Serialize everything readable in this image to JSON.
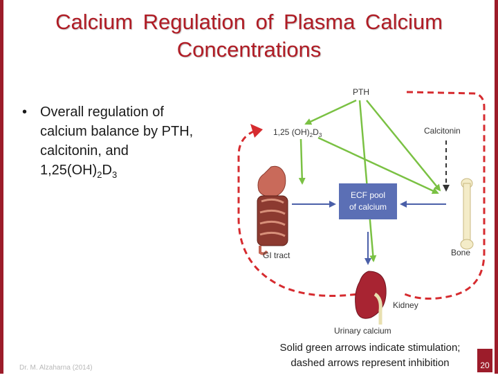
{
  "slide": {
    "title_line1": "Calcium  Regulation  of  Plasma  Calcium",
    "title_line2": "Concentrations",
    "bullet": {
      "line1": "Overall regulation of",
      "line2": "calcium balance by PTH,",
      "line3": "calcitonin, and",
      "line4_base": "1,25(OH)",
      "line4_sub1": "2",
      "line4_mid": "D",
      "line4_sub2": "3"
    },
    "caption_line1": "Solid green arrows indicate stimulation;",
    "caption_line2": "dashed arrows represent  inhibition",
    "author": "Dr. M. Alzaharna (2014)",
    "page_number": "20"
  },
  "diagram": {
    "pth": "PTH",
    "vitd_base": "1,25 (OH)",
    "vitd_sub1": "2",
    "vitd_mid": "D",
    "vitd_sub2": "3",
    "calcitonin": "Calcitonin",
    "ecf_line1": "ECF pool",
    "ecf_line2": "of calcium",
    "gi": "GI tract",
    "bone": "Bone",
    "kidney": "Kidney",
    "urinary": "Urinary calcium"
  },
  "colors": {
    "accent": "#9c1c2a",
    "title": "#b01c25",
    "stimulation_arrow": "#7ac143",
    "inhibition_arrow": "#333333",
    "feedback_loop": "#d62b2f",
    "flow_arrow": "#4a5fa8",
    "ecf_box": "#5b6fb5"
  }
}
